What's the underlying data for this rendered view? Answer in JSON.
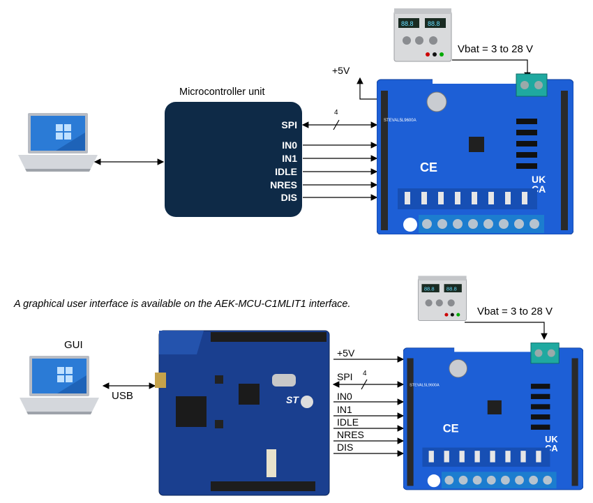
{
  "top": {
    "mcu_label": "Microcontroller unit",
    "vbat": "Vbat = 3 to 28 V",
    "plus5v": "+5V",
    "spi_width": "4",
    "signals": [
      "SPI",
      "IN0",
      "IN1",
      "IDLE",
      "NRES",
      "DIS"
    ]
  },
  "bottom": {
    "caption": "A graphical user interface is available on the AEK-MCU-C1MLIT1 interface.",
    "gui": "GUI",
    "usb": "USB",
    "vbat": "Vbat = 3 to 28 V",
    "spi_width": "4",
    "signals": [
      "+5V",
      "SPI",
      "IN0",
      "IN1",
      "IDLE",
      "NRES",
      "DIS"
    ]
  },
  "colors": {
    "mcu": "#0e2a47",
    "board": "#1d5fd6",
    "ctrl_board": "#1a3f8f"
  }
}
